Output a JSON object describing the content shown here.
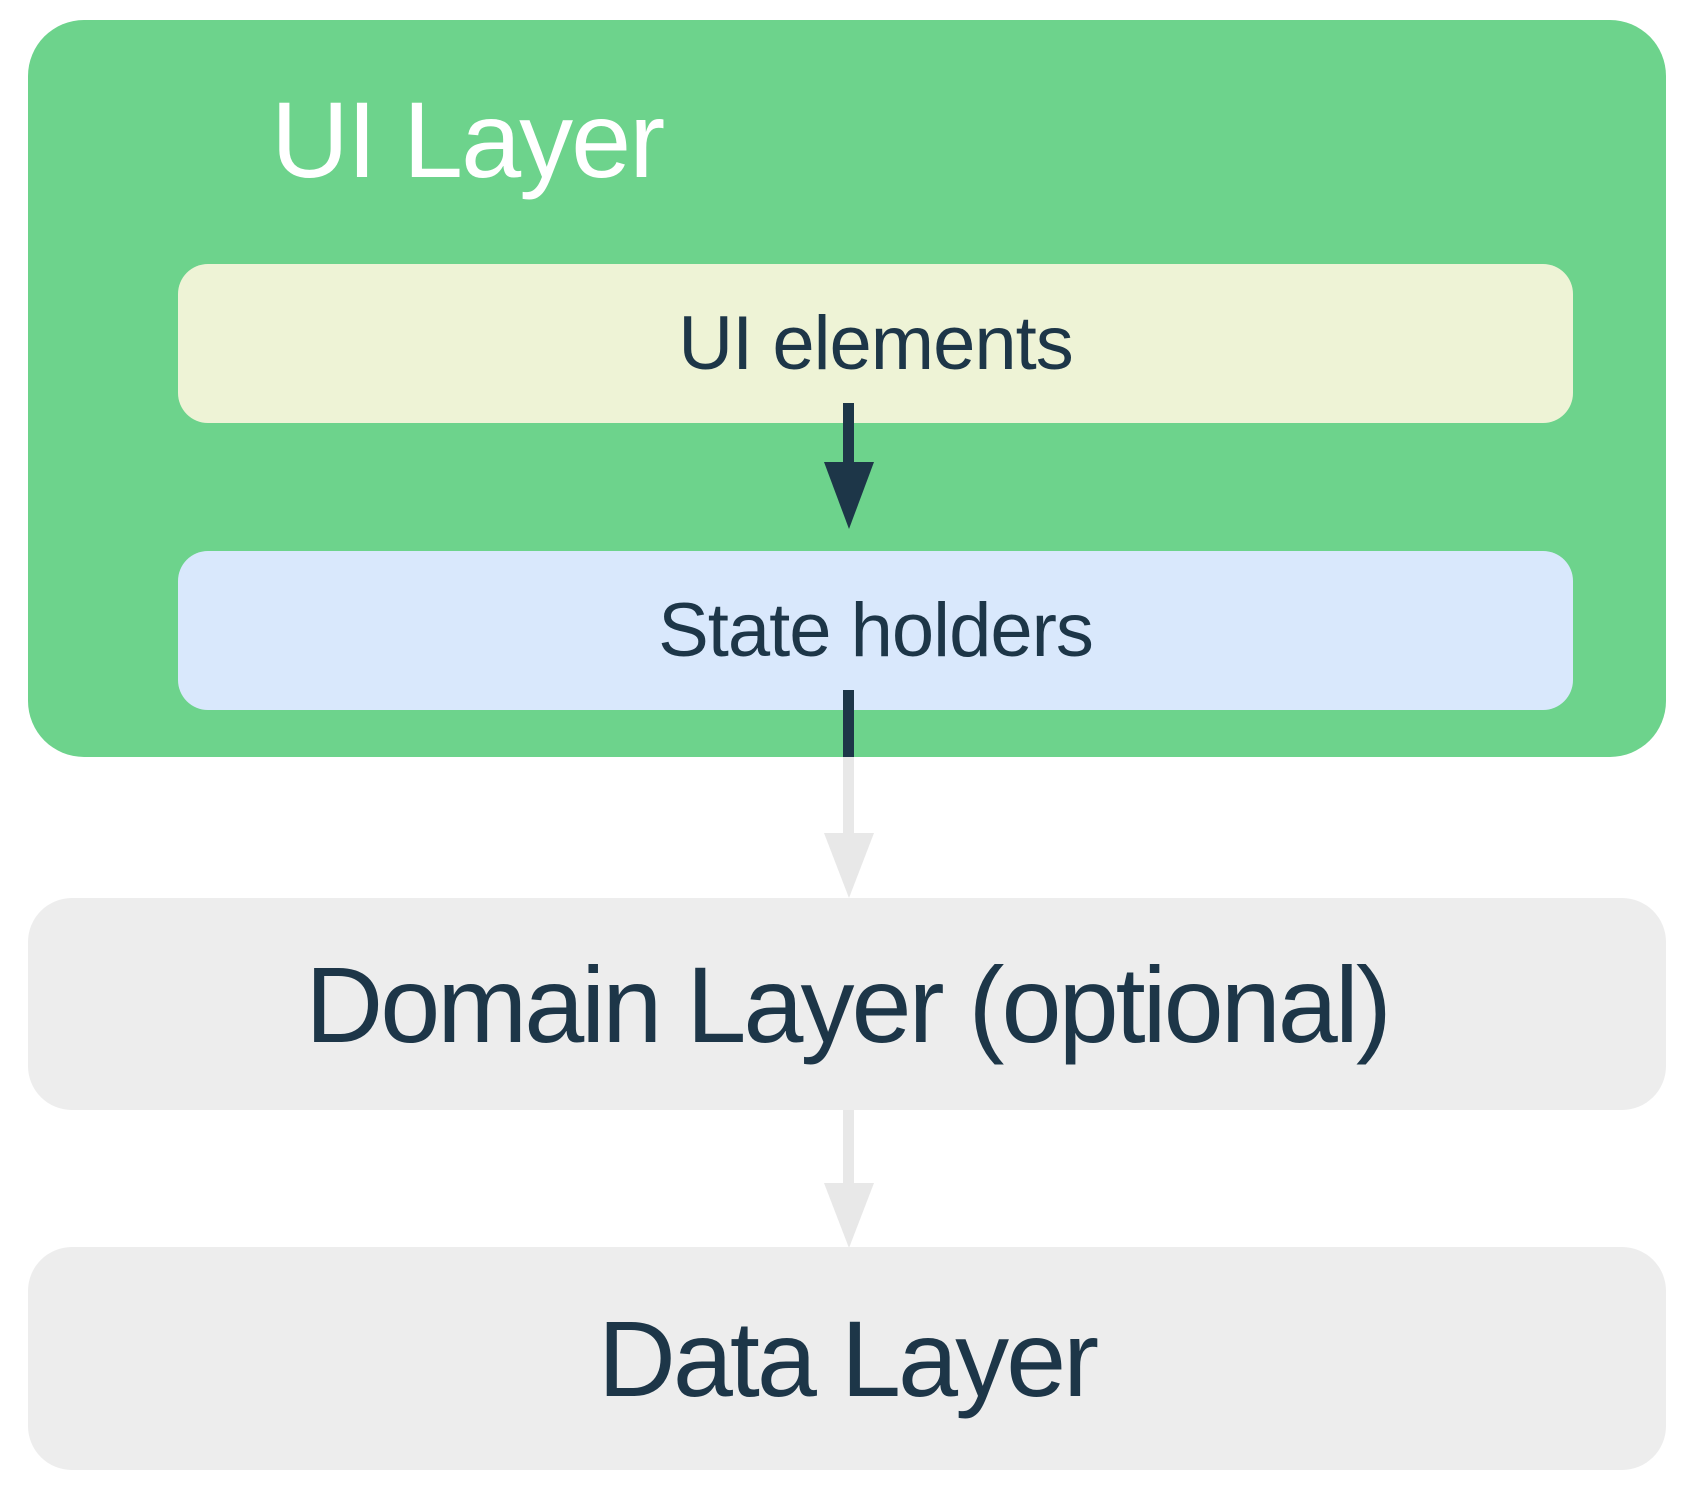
{
  "colors": {
    "green": "#6dd38c",
    "cream": "#eef3d6",
    "light_blue": "#d9e8fc",
    "gray_box": "#ededed",
    "arrow_dark": "#1d3648",
    "arrow_light": "#e8e8e8",
    "text_dark": "#1d3648",
    "text_white": "#ffffff",
    "background": "#ffffff"
  },
  "layers": {
    "ui_layer": {
      "label": "UI Layer"
    },
    "ui_elements": {
      "label": "UI elements"
    },
    "state_holders": {
      "label": "State holders"
    },
    "domain_layer": {
      "label": "Domain Layer (optional)"
    },
    "data_layer": {
      "label": "Data Layer"
    }
  },
  "connections": [
    {
      "from": "UI elements",
      "to": "State holders",
      "style": "dark"
    },
    {
      "from": "State holders",
      "to": "Domain Layer (optional)",
      "style": "dark-fading-to-light"
    },
    {
      "from": "Domain Layer (optional)",
      "to": "Data Layer",
      "style": "light"
    }
  ]
}
